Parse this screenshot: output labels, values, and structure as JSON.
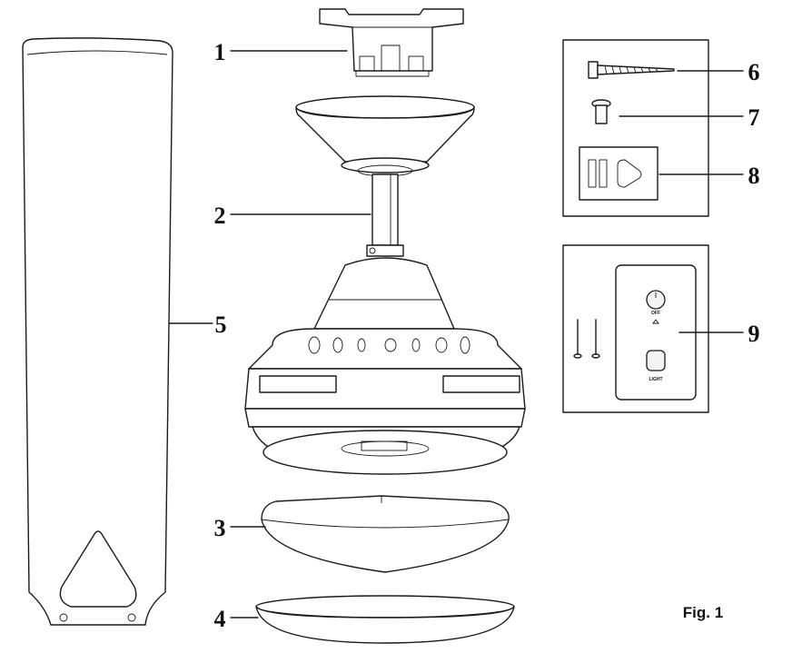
{
  "figure_label": "Fig. 1",
  "callouts": [
    {
      "number": "1",
      "part": "mounting-bracket"
    },
    {
      "number": "2",
      "part": "canopy-downrod-motor"
    },
    {
      "number": "3",
      "part": "light-kit"
    },
    {
      "number": "4",
      "part": "glass-shade"
    },
    {
      "number": "5",
      "part": "fan-blade"
    },
    {
      "number": "6",
      "part": "wood-screw"
    },
    {
      "number": "7",
      "part": "blade-screw"
    },
    {
      "number": "8",
      "part": "balancing-kit"
    },
    {
      "number": "9",
      "part": "wall-control"
    }
  ],
  "wall_control": {
    "dial_label": "OFF",
    "button_label": "LIGHT"
  },
  "colors": {
    "line": "#1a1a1a",
    "background": "#ffffff"
  }
}
